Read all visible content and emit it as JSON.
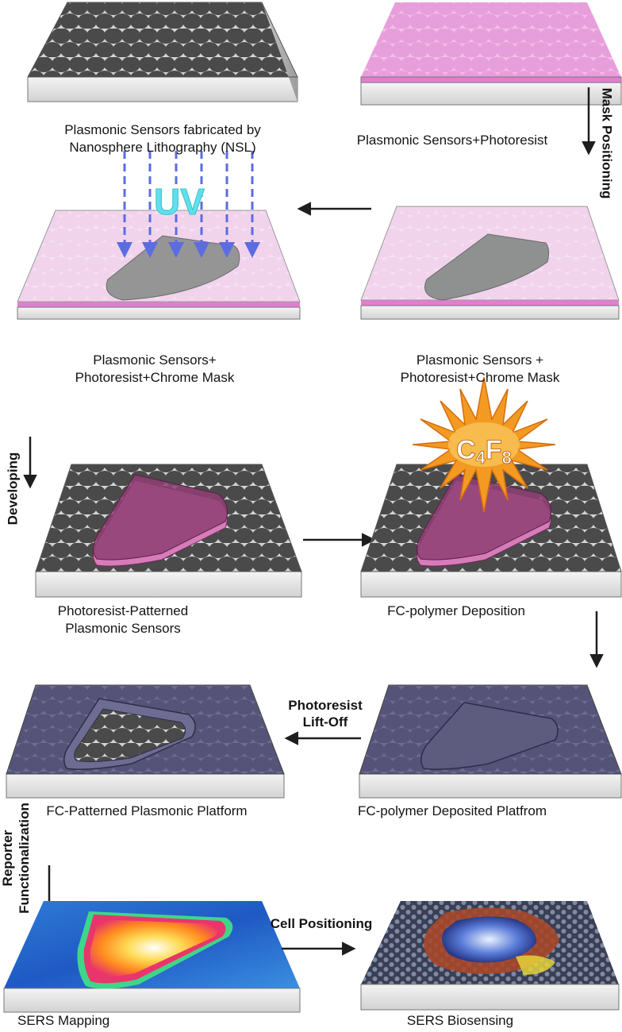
{
  "captions": {
    "nsl": [
      "Plasmonic Sensors fabricated by",
      "Nanosphere Lithography (NSL)"
    ],
    "photoresist": [
      "Plasmonic Sensors+Photoresist"
    ],
    "mask_left": [
      "Plasmonic Sensors+",
      "Photoresist+Chrome Mask"
    ],
    "mask_right": [
      "Plasmonic Sensors +",
      "Photoresist+Chrome Mask"
    ],
    "patterned": [
      "Photoresist-Patterned",
      "Plasmonic Sensors"
    ],
    "fc_deposition": [
      "FC-polymer Deposition"
    ],
    "fc_patterned": [
      "FC-Patterned Plasmonic Platform"
    ],
    "fc_deposited": [
      "FC-polymer Deposited Platfrom"
    ],
    "sers_mapping": [
      "SERS Mapping"
    ],
    "sers_biosensing": [
      "SERS Biosensing"
    ]
  },
  "steps": {
    "mask_positioning": "Mask Positioning",
    "developing": "Developing",
    "photoresist_liftoff": [
      "Photoresist",
      "Lift-Off"
    ],
    "reporter_functionalization": [
      "Reporter",
      "Functionalization"
    ],
    "cell_positioning": "Cell Positioning"
  },
  "labels": {
    "uv": "UV",
    "c4f8": {
      "c": "C",
      "n1": "4",
      "f": "F",
      "n2": "8"
    }
  },
  "colors": {
    "nsl_dark": "#4a4a4a",
    "photoresist_pink": "#e9a6dc",
    "resist_magenta": "#8e3f73",
    "fc_purple": "#5b5a7f",
    "uv_arrow": "#5b6de0",
    "uv_text": "#5fe1ec",
    "burst": "#f39a23"
  }
}
